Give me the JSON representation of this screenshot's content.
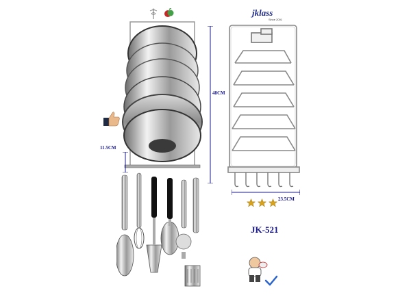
{
  "brand": {
    "name": "jklass",
    "tagline": "Since 2001"
  },
  "model": "JK-521",
  "dimensions": {
    "height": "48CM",
    "depth": "11.5CM",
    "width": "23.5CM"
  },
  "rating_stars": 3,
  "colors": {
    "dimension_line": "#1a1a8c",
    "star": "#d9a21b",
    "check": "#2a63c9"
  },
  "icons": [
    "caduceus-icon",
    "red-green-apple-icon",
    "thumbs-up-icon",
    "star-icon",
    "chef-mascot-icon",
    "checkmark-icon"
  ]
}
